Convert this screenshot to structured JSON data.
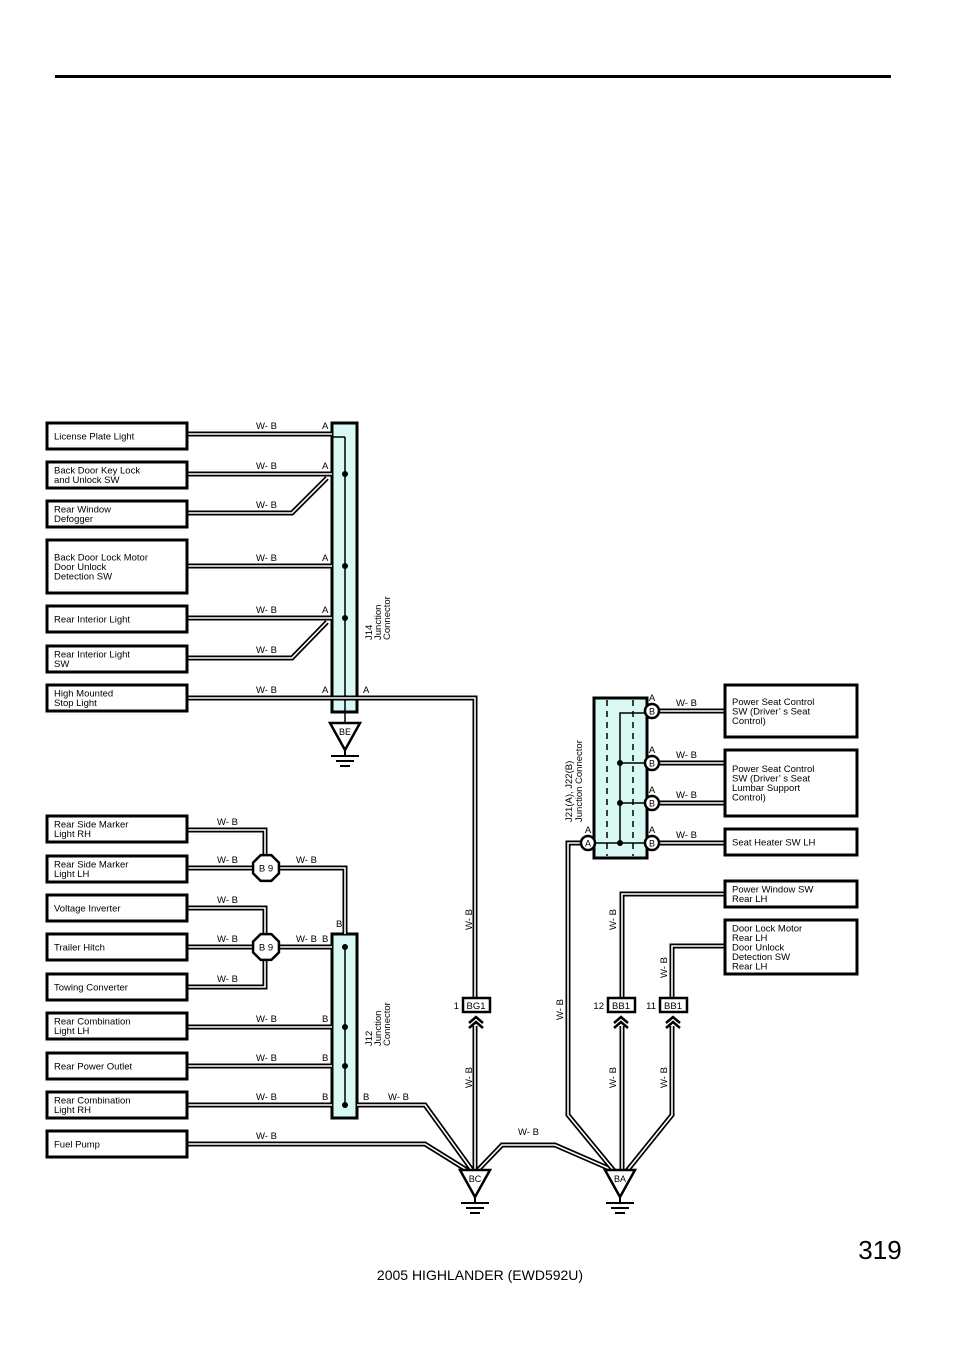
{
  "footer": {
    "page_number": "319",
    "title": "2005 HIGHLANDER (EWD592U)"
  },
  "wire_color": "W- B",
  "pins": {
    "a": "A",
    "b": "B"
  },
  "colors": {
    "connector_fill": "#d8f8f4",
    "wire": "#000000"
  },
  "left_components": [
    {
      "lines": [
        "License Plate Light"
      ]
    },
    {
      "lines": [
        "Back Door Key Lock",
        "and Unlock SW"
      ]
    },
    {
      "lines": [
        "Rear Window",
        "Defogger"
      ]
    },
    {
      "lines": [
        "Back Door Lock Motor",
        "Door Unlock",
        "Detection SW"
      ]
    },
    {
      "lines": [
        "Rear Interior Light"
      ]
    },
    {
      "lines": [
        "Rear Interior Light",
        "SW"
      ]
    },
    {
      "lines": [
        "High Mounted",
        "Stop Light"
      ]
    },
    {
      "lines": [
        "Rear Side Marker",
        "Light RH"
      ]
    },
    {
      "lines": [
        "Rear Side Marker",
        "Light LH"
      ]
    },
    {
      "lines": [
        "Voltage Inverter"
      ]
    },
    {
      "lines": [
        "Trailer Hitch"
      ]
    },
    {
      "lines": [
        "Towing Converter"
      ]
    },
    {
      "lines": [
        "Rear Combination",
        "Light LH"
      ]
    },
    {
      "lines": [
        "Rear Power Outlet"
      ]
    },
    {
      "lines": [
        "Rear Combination",
        "Light RH"
      ]
    },
    {
      "lines": [
        "Fuel Pump"
      ]
    }
  ],
  "right_components": [
    {
      "lines": [
        "Power Seat Control",
        "SW (Driver’ s Seat",
        "Control)"
      ]
    },
    {
      "lines": [
        "Power Seat Control",
        "SW (Driver’ s Seat",
        "Lumbar Support",
        "Control)"
      ]
    },
    {
      "lines": [
        "Seat Heater SW LH"
      ]
    },
    {
      "lines": [
        "Power Window SW",
        "Rear LH"
      ]
    },
    {
      "lines": [
        "Door Lock Motor",
        "Rear LH",
        "Door Unlock",
        "Detection SW",
        "Rear LH"
      ]
    }
  ],
  "junction_connectors": {
    "j14": [
      "J14",
      "Junction",
      "Connector"
    ],
    "j12": [
      "J12",
      "Junction",
      "Connector"
    ],
    "j21": [
      "J21(A), J22(B)",
      "Junction Connector"
    ]
  },
  "junction_blocks": [
    "B 9",
    "B 9"
  ],
  "inline_connectors": [
    {
      "pin": "1",
      "name": "BG1"
    },
    {
      "pin": "12",
      "name": "BB1"
    },
    {
      "pin": "11",
      "name": "BB1"
    }
  ],
  "grounds": [
    "BE",
    "BC",
    "BA"
  ]
}
